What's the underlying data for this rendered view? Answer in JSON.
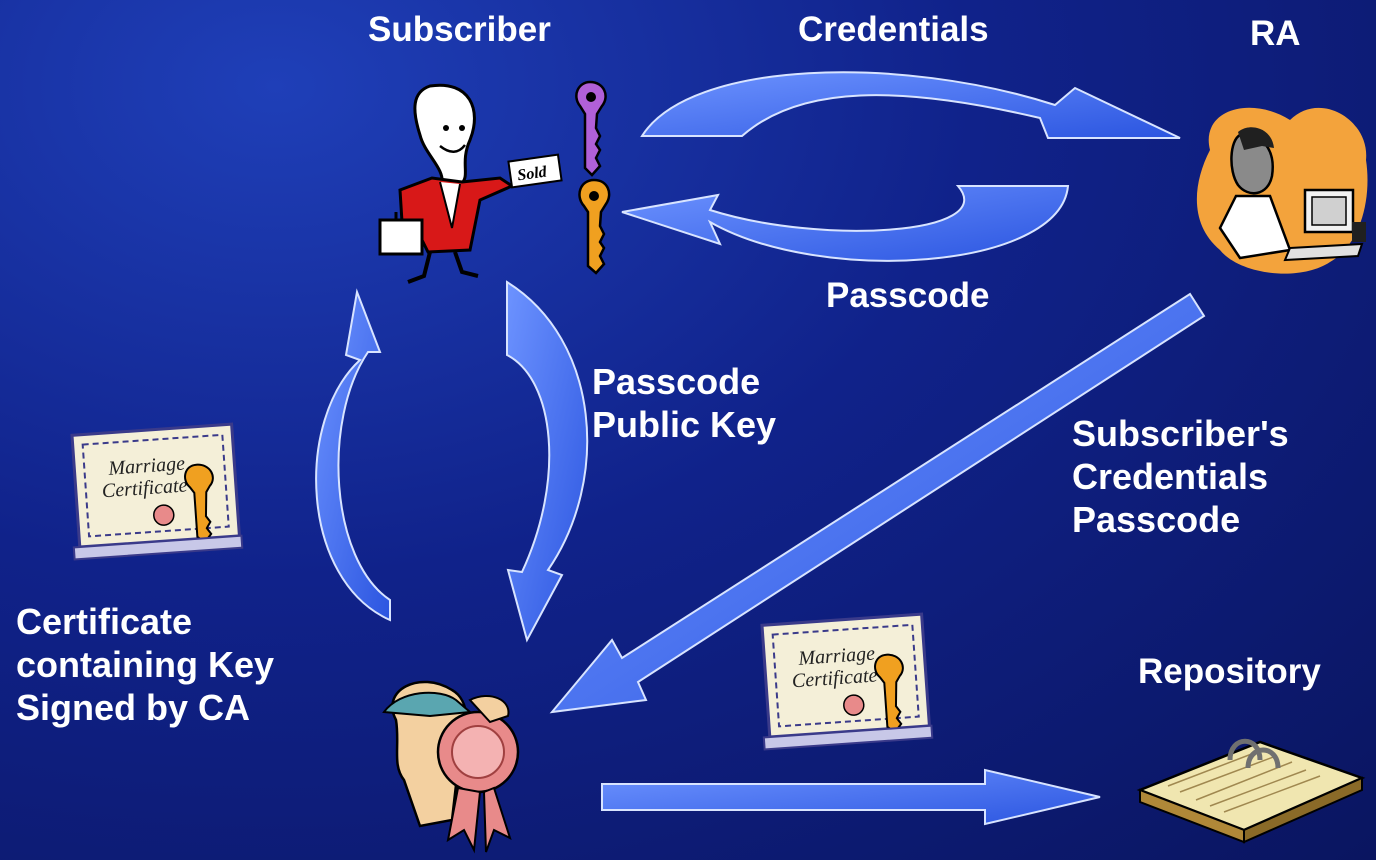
{
  "labels": {
    "subscriber": "Subscriber",
    "credentials": "Credentials",
    "ra": "RA",
    "passcode_top": "Passcode",
    "passcode_public_key": [
      "Passcode",
      "Public Key"
    ],
    "subscriber_credentials_passcode": [
      "Subscriber's",
      "Credentials",
      "Passcode"
    ],
    "certificate_description": [
      "Certificate",
      "containing Key",
      "Signed by CA"
    ],
    "repository": "Repository"
  },
  "clipart": {
    "sold_sign_text": "Sold",
    "certificate_text": [
      "Marriage",
      "Certificate"
    ]
  },
  "colors": {
    "background": "#10228a",
    "arrow_fill": "#3f6ef0",
    "arrow_stroke": "#d8e4ff",
    "subscriber_jacket": "#d81818",
    "key_purple": "#b060d8",
    "key_orange": "#f0a020",
    "ra_blob": "#f3a33c",
    "seal_pink": "#e88a8a"
  },
  "icons": [
    "subscriber-figure-icon",
    "purple-key-icon",
    "orange-key-icon",
    "ra-operator-icon",
    "certificate-icon",
    "ca-seal-icon",
    "repository-book-icon"
  ]
}
